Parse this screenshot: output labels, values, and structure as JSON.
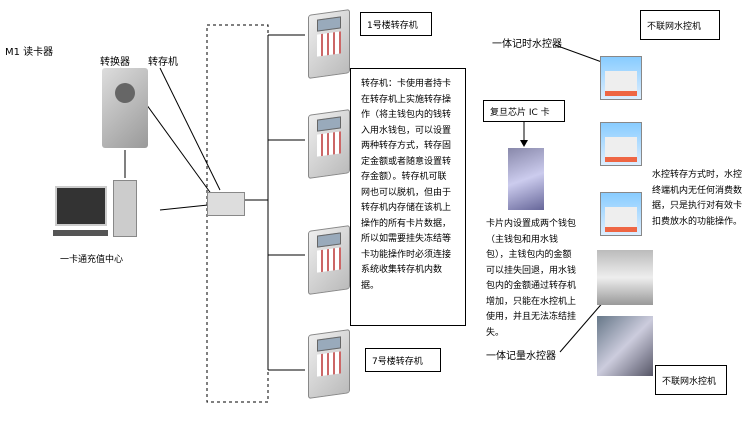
{
  "labels": {
    "reader": "M1 读卡器",
    "converter": "转换器",
    "transfer": "转存机",
    "center": "一卡通充值中心",
    "building1": "1号楼转存机",
    "building7": "7号楼转存机",
    "ic_card": "复旦芯片 IC 卡",
    "timed_controller": "一体记时水控器",
    "metered_controller": "一体记量水控器",
    "offline_top": "不联网水控机",
    "offline_bottom": "不联网水控机"
  },
  "notes": {
    "transfer_desc": "转存机：卡使用者持卡在转存机上实施转存操作（将主钱包内的钱转入用水钱包，可以设置两种转存方式，转存固定金额或者随意设置转存金额）。转存机可联网也可以脱机，但由于转存机内存储在该机上操作的所有卡片数据，所以如需要挂失冻结等卡功能操作时必须连接系统收集转存机内数据。",
    "card_desc": "卡片内设置成两个钱包（主钱包和用水钱包），主钱包内的金额可以挂失回退，用水钱包内的金额通过转存机增加，只能在水控机上使用，并且无法冻结挂失。",
    "meter_desc": "水控转存方式时，水控终端机内无任何消费数据，只是执行对有效卡扣费放水的功能操作。"
  }
}
